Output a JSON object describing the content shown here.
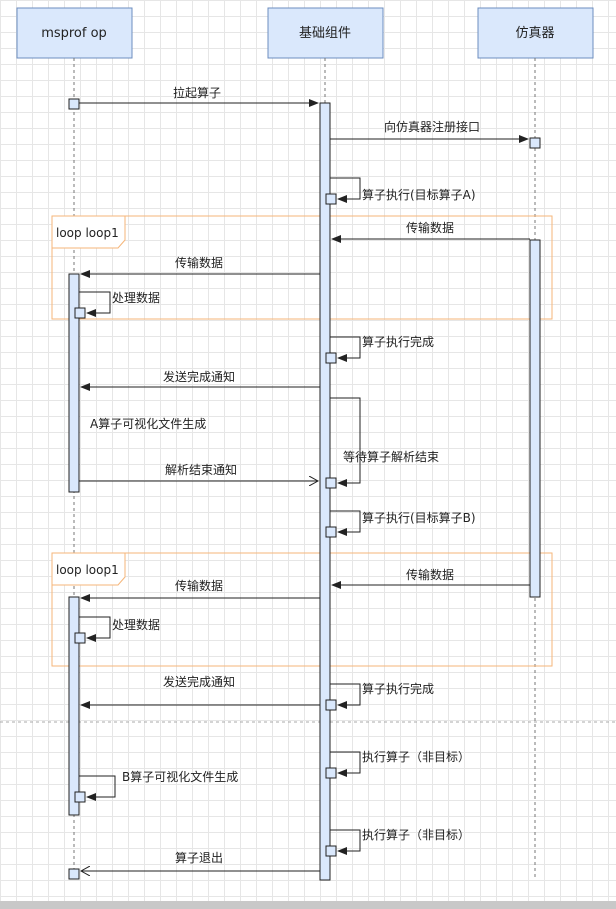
{
  "participants": {
    "msprof": "msprof op",
    "basic": "基础组件",
    "simulator": "仿真器"
  },
  "loops": {
    "first": "loop loop1",
    "second": "loop loop1"
  },
  "messages": {
    "launch_operator": "拉起算子",
    "register_interface": "向仿真器注册接口",
    "exec_target_a": "算子执行(目标算子A)",
    "transfer_data_1": "传输数据",
    "transfer_data_2": "传输数据",
    "process_data_1": "处理数据",
    "exec_done_1": "算子执行完成",
    "send_done_notice_1": "发送完成通知",
    "a_visual_file": "A算子可视化文件生成",
    "wait_parse_end": "等待算子解析结束",
    "parse_end_notice": "解析结束通知",
    "exec_target_b": "算子执行(目标算子B)",
    "transfer_data_3": "传输数据",
    "transfer_data_4": "传输数据",
    "process_data_2": "处理数据",
    "send_done_notice_2": "发送完成通知",
    "exec_done_2": "算子执行完成",
    "exec_nontarget_1": "执行算子（非目标）",
    "b_visual_file": "B算子可视化文件生成",
    "exec_nontarget_2": "执行算子（非目标）",
    "operator_exit": "算子退出"
  },
  "colors": {
    "participant_fill": "#dae8fc",
    "participant_border": "#6c8ebf",
    "loop_border": "#f5b67a",
    "line": "#222222"
  }
}
